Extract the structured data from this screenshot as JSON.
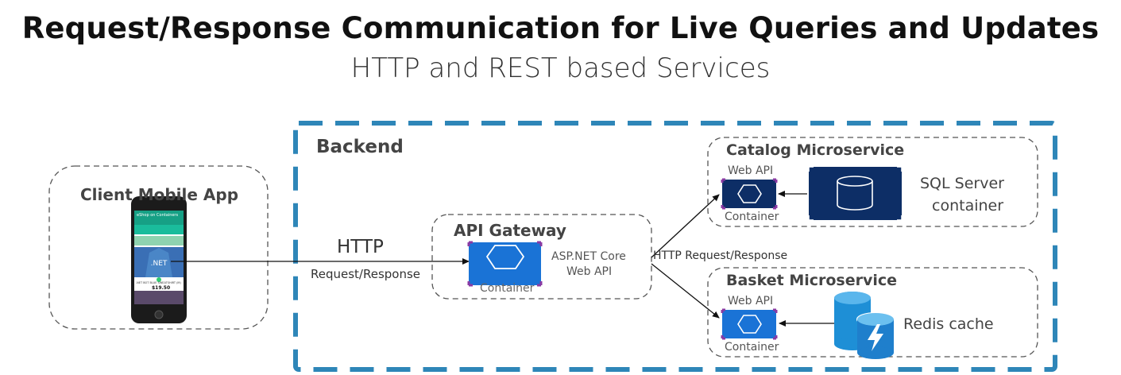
{
  "title": "Request/Response Communication for Live Queries and Updates",
  "subtitle": "HTTP and REST based Services",
  "colors": {
    "backend_border": "#2e86b8",
    "dashed_gray": "#555555",
    "container_blue": "#1a73d6",
    "container_border": "#8a3aa3",
    "navy": "#0d2e66",
    "redis_blue": "#1e8fd6"
  },
  "client": {
    "title": "Client Mobile App",
    "phone": {
      "app_title": "eShop on Containers",
      "product_name": ".NET BOT BLUE SWEATSHIRT (M)",
      "price": "$19.50",
      "shirt_text": ".NET"
    }
  },
  "link_client_gateway": {
    "protocol": "HTTP",
    "caption": "Request/Response"
  },
  "backend": {
    "title": "Backend"
  },
  "gateway": {
    "title": "API Gateway",
    "container_label": "Container",
    "description_line1": "ASP.NET Core",
    "description_line2": "Web API",
    "icon": "hexagon-icon"
  },
  "link_gateway_services": {
    "caption": "HTTP Request/Response"
  },
  "catalog": {
    "title": "Catalog Microservice",
    "web_api_label": "Web API",
    "container_label": "Container",
    "db_label_line1": "SQL Server",
    "db_label_line2": "container",
    "db_icon": "database-icon"
  },
  "basket": {
    "title": "Basket Microservice",
    "web_api_label": "Web API",
    "container_label": "Container",
    "cache_label": "Redis cache",
    "cache_icon": "redis-cache-icon"
  }
}
